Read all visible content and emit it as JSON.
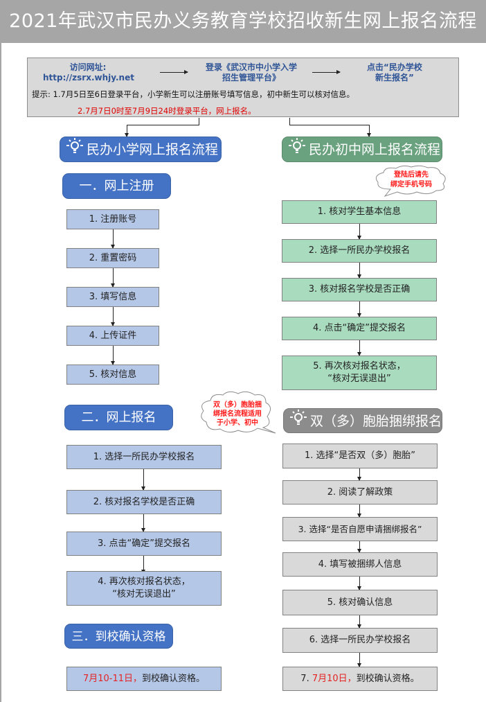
{
  "title": "2021年武汉市民办义务教育学校招收新生网上报名流程",
  "top": {
    "steps": [
      {
        "line1": "访问网址:",
        "line2": "http://zsrx.whjy.net"
      },
      {
        "line1": "登录《武汉市中小学入学",
        "line2": "招生管理平台》"
      },
      {
        "line1": "点击“民办学校",
        "line2": "新生报名”"
      }
    ],
    "tip1": "提示: 1.7月5日至6日登录平台，小学新生可以注册账号填写信息，初中新生可以核对信息。",
    "tip2": "2.7月7日0时至7月9日24时登录平台，网上报名。"
  },
  "primary": {
    "heading": "民办小学网上报名流程",
    "icon": "lightbulb-icon",
    "color": "#4472c4",
    "register": {
      "heading": "一．网上注册",
      "steps": [
        "1. 注册账号",
        "2. 重置密码",
        "3. 填写信息",
        "4. 上传证件",
        "5. 核对信息"
      ]
    },
    "apply": {
      "heading": "二．网上报名",
      "steps": [
        "1. 选择一所民办学校报名",
        "2. 核对报名学校是否正确",
        "3. 点击“确定”提交报名",
        "4. 再次核对报名状态，",
        "“核对无误退出”"
      ]
    },
    "confirm": {
      "heading": "三．到校确认资格",
      "date": "7月10-11日，",
      "text": "到校确认资格。"
    }
  },
  "junior": {
    "heading": "民办初中网上报名流程",
    "icon": "lightbulb-icon",
    "color": "#6aa17e",
    "note": {
      "line1": "登陆后请先",
      "line2": "绑定手机号码"
    },
    "steps": [
      "1. 核对学生基本信息",
      "2. 选择一所民办学校报名",
      "3. 核对报名学校是否正确",
      "4. 点击“确定”提交报名",
      "5. 再次核对报名状态，",
      "“核对无误退出”"
    ]
  },
  "twins": {
    "heading": "双（多）胞胎捆绑报名",
    "icon": "lightbulb-icon",
    "color": "#8c8c8c",
    "note": {
      "line1": "双（多）胞胎捆",
      "line2": "绑报名流程适用",
      "line3": "于小学、初中"
    },
    "steps": [
      "1. 选择“是否双（多）胞胎”",
      "2. 阅读了解政策",
      "3. 选择“是否自愿申请捆绑报名”",
      "4. 填写被捆绑人信息",
      "5. 核对确认信息",
      "6. 选择一所民办学校报名"
    ],
    "last": {
      "prefix": "7. ",
      "date": "7月10日，",
      "text": "到校确认资格。"
    }
  },
  "colors": {
    "red": "#e52222",
    "link_blue": "#2f5597",
    "box_blue": "#b4c7e7",
    "box_green": "#a9dbbf",
    "box_gray": "#d9d9d9"
  }
}
